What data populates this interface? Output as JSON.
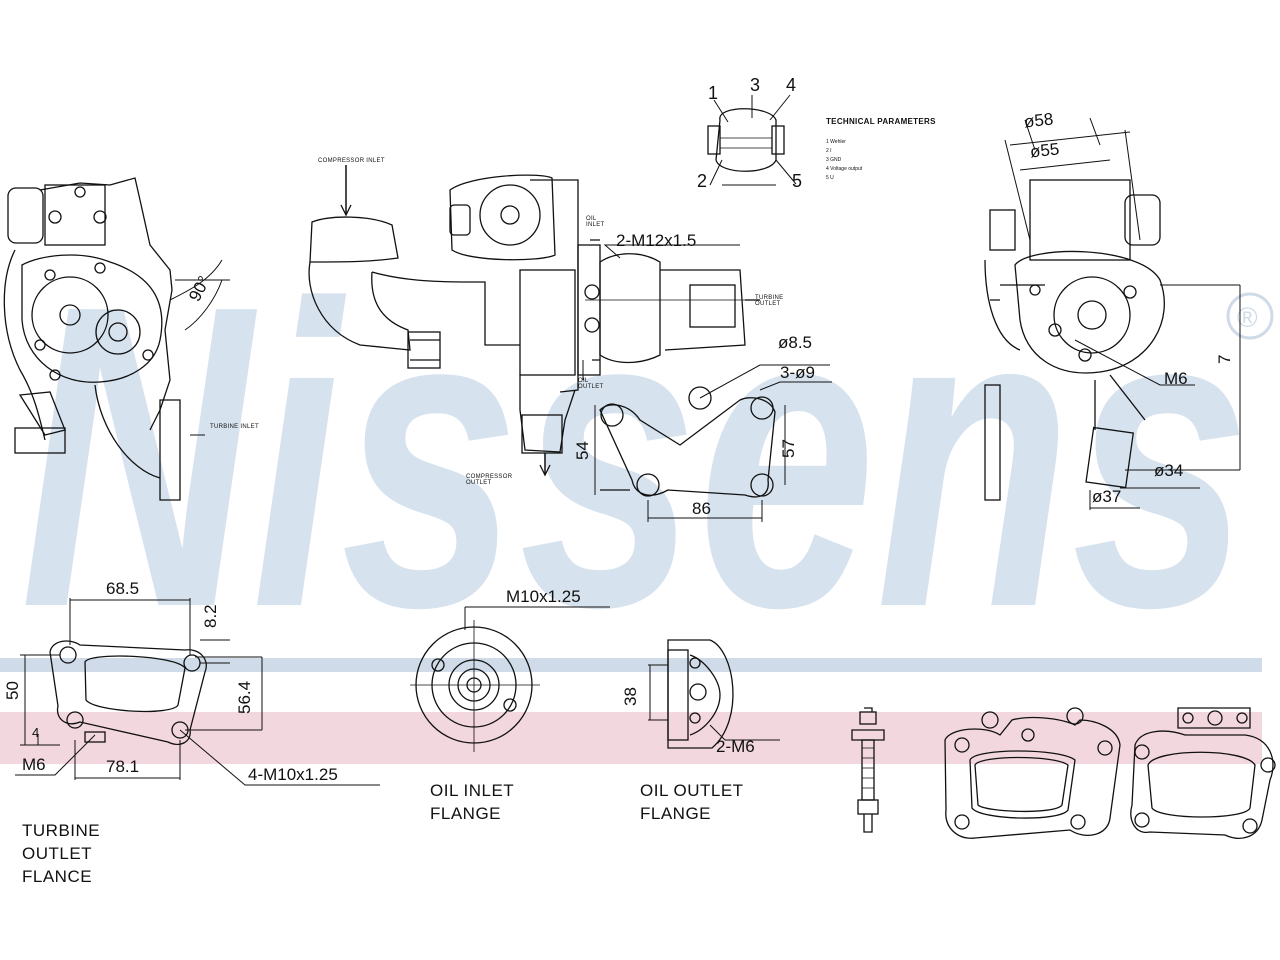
{
  "watermark": {
    "brand": "Nissens",
    "registered_mark": "®",
    "colors": {
      "text": "#d6e2ee",
      "band_blue": "#cfdbe8",
      "band_pink": "#f3d7de"
    }
  },
  "connector": {
    "pins": [
      "1",
      "2",
      "3",
      "4",
      "5"
    ],
    "technical_parameters": {
      "title": "TECHNICAL PARAMETERS",
      "rows": [
        "1   Wehler",
        "2   I",
        "3   GND",
        "4   Voltage output",
        "5   U"
      ]
    }
  },
  "labels": {
    "compressor_inlet": "COMPRESSOR INLET",
    "compressor_outlet": "COMPRESSOR OUTLET",
    "turbine_inlet": "TURBINE INLET",
    "turbine_outlet": "TURBINE OUTLET",
    "oil_inlet": "OIL INLET",
    "oil_outlet": "OIL OUTLET"
  },
  "dimensions": {
    "angle_90": "90°",
    "thread_2_m12": "2-M12x1.5",
    "dia_8_5": "ø8.5",
    "holes_3_d9": "3-ø9",
    "d54": "54",
    "d57": "57",
    "d86": "86",
    "dia_58": "ø58",
    "dia_55": "ø55",
    "m6": "M6",
    "dia_34": "ø34",
    "dia_37": "ø37",
    "d68_5": "68.5",
    "d8_2": "8.2",
    "d50": "50",
    "d56_4": "56.4",
    "d4": "4",
    "d78_1": "78.1",
    "m6_b": "M6",
    "thread_4_m10": "4-M10x1.25",
    "thread_m10": "M10x1.25",
    "d38": "38",
    "thread_2_m6": "2-M6"
  },
  "captions": {
    "turbine_outlet_flange": [
      "TURBINE",
      "OUTLET",
      "FLANCE"
    ],
    "oil_inlet_flange": [
      "OIL INLET",
      "FLANGE"
    ],
    "oil_outlet_flange": [
      "OIL OUTLET",
      "FLANGE"
    ]
  }
}
